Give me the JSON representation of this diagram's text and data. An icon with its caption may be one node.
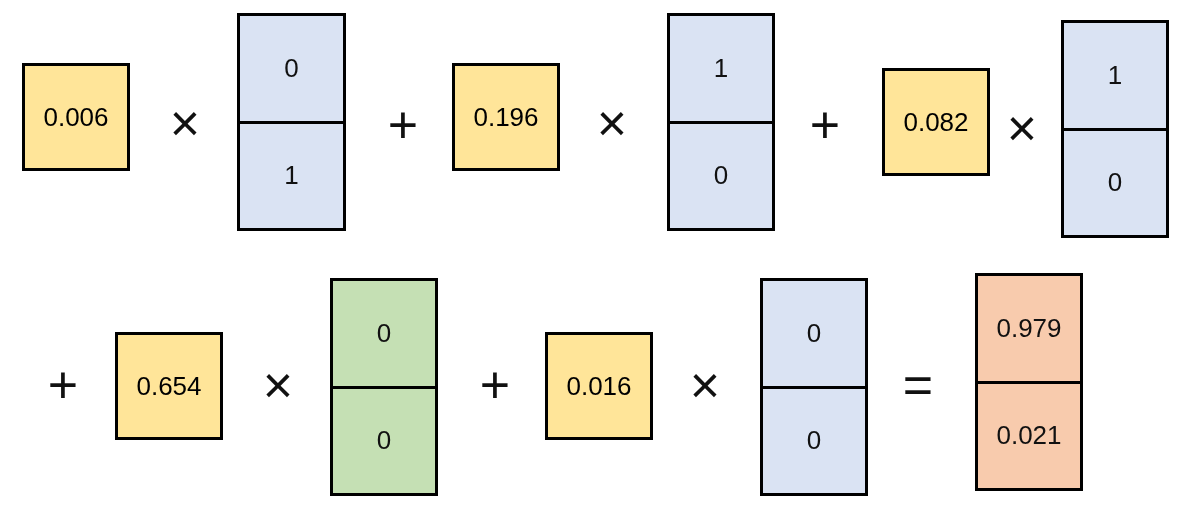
{
  "diagram": {
    "nodes": [
      {
        "text": [
          "0.006"
        ]
      },
      {
        "text": [
          "0",
          "1"
        ]
      },
      {
        "text": [
          "0.196"
        ]
      },
      {
        "text": [
          "1",
          "0"
        ]
      },
      {
        "text": [
          "0.082"
        ]
      },
      {
        "text": [
          "1",
          "0"
        ]
      },
      {
        "text": [
          "0.654"
        ]
      },
      {
        "text": [
          "0",
          "0"
        ]
      },
      {
        "text": [
          "0.016"
        ]
      },
      {
        "text": [
          "0",
          "0"
        ]
      },
      {
        "text": [
          "0.979",
          "0.021"
        ]
      }
    ],
    "edges": [],
    "labels": [
      "×",
      "+",
      "×",
      "+",
      "×",
      "+",
      "×",
      "+",
      "×",
      "="
    ]
  }
}
